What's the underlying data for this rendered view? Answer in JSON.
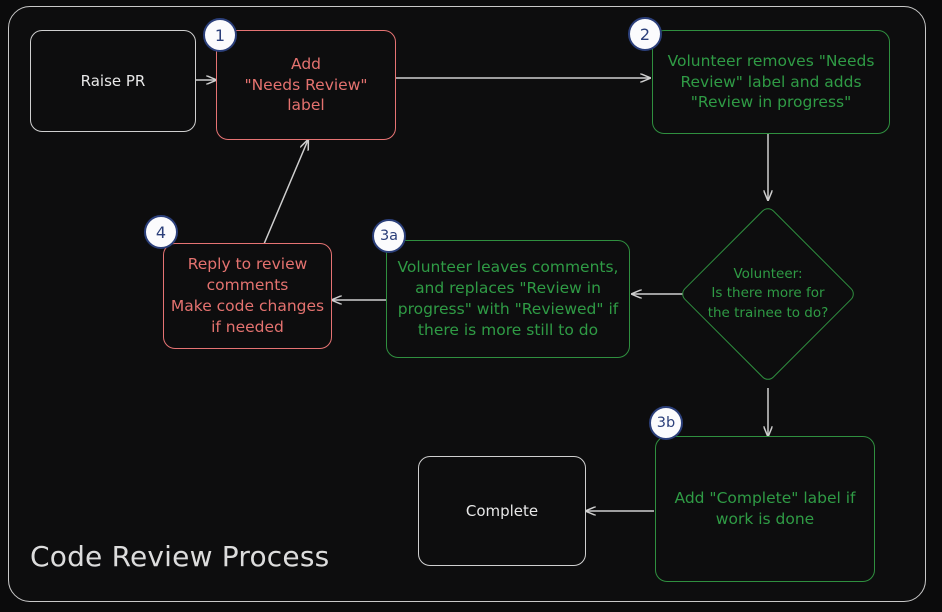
{
  "diagram": {
    "title": "Code Review Process",
    "frame_border_color": "#c8c8c8",
    "background_color": "#0b0b0c",
    "neutral_color": "#cfcfcf",
    "red_color": "#e4726f",
    "green_color": "#2f9b45",
    "badge_fill": "#fbfbfd",
    "badge_border": "#2b3f7a",
    "edge_color": "#cfcfcf"
  },
  "nodes": {
    "raise_pr": {
      "label": "Raise PR",
      "style": "neutral",
      "shape": "rounded-rect"
    },
    "add_needs_review": {
      "label": "Add\n\"Needs Review\"\nlabel",
      "style": "red",
      "shape": "rounded-rect",
      "badge": "1"
    },
    "volunteer_removes": {
      "label": "Volunteer removes \"Needs\nReview\" label and adds\n\"Review in progress\"",
      "style": "green",
      "shape": "rounded-rect",
      "badge": "2"
    },
    "decision": {
      "label": "Volunteer:\nIs there more for\nthe trainee to do?",
      "style": "green",
      "shape": "diamond"
    },
    "volunteer_leaves_comments": {
      "label": "Volunteer leaves comments,\nand replaces \"Review in\nprogress\" with \"Reviewed\" if\nthere is more still to do",
      "style": "green",
      "shape": "rounded-rect",
      "badge": "3a"
    },
    "reply_to_review": {
      "label": "Reply to review\ncomments\nMake code changes\nif needed",
      "style": "red",
      "shape": "rounded-rect",
      "badge": "4"
    },
    "add_complete_label": {
      "label": "Add \"Complete\" label if\nwork is done",
      "style": "green",
      "shape": "rounded-rect",
      "badge": "3b"
    },
    "complete": {
      "label": "Complete",
      "style": "neutral",
      "shape": "rounded-rect"
    }
  },
  "badges": {
    "one": "1",
    "two": "2",
    "three_a": "3a",
    "three_b": "3b",
    "four": "4"
  },
  "edges": [
    {
      "from": "raise_pr",
      "to": "add_needs_review",
      "label": ""
    },
    {
      "from": "add_needs_review",
      "to": "volunteer_removes",
      "label": ""
    },
    {
      "from": "volunteer_removes",
      "to": "decision",
      "label": ""
    },
    {
      "from": "decision",
      "to": "volunteer_leaves_comments",
      "label": ""
    },
    {
      "from": "decision",
      "to": "add_complete_label",
      "label": ""
    },
    {
      "from": "volunteer_leaves_comments",
      "to": "reply_to_review",
      "label": ""
    },
    {
      "from": "reply_to_review",
      "to": "add_needs_review",
      "label": ""
    },
    {
      "from": "add_complete_label",
      "to": "complete",
      "label": ""
    }
  ]
}
